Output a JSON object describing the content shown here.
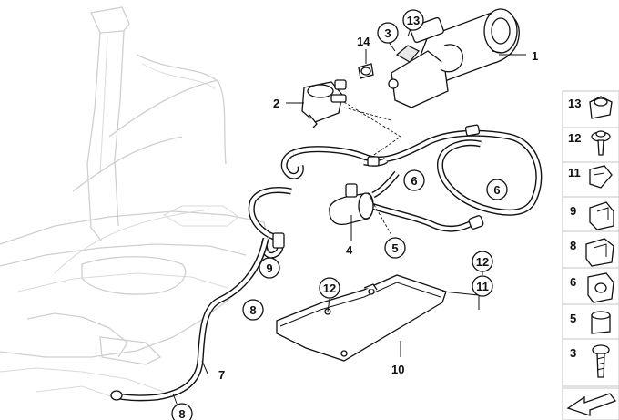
{
  "callouts": {
    "c1": "1",
    "c2": "2",
    "c3": "3",
    "c4": "4",
    "c5": "5",
    "c6a": "6",
    "c6b": "6",
    "c7": "7",
    "c8a": "8",
    "c8b": "8",
    "c9": "9",
    "c10": "10",
    "c11": "11",
    "c12a": "12",
    "c12b": "12",
    "c13": "13",
    "c14": "14"
  },
  "legend": [
    "13",
    "12",
    "11",
    "9",
    "8",
    "6",
    "5",
    "3"
  ],
  "colors": {
    "line": "#111111",
    "ghost": "#cfcfcf",
    "panel_border": "#c4c4c4"
  }
}
